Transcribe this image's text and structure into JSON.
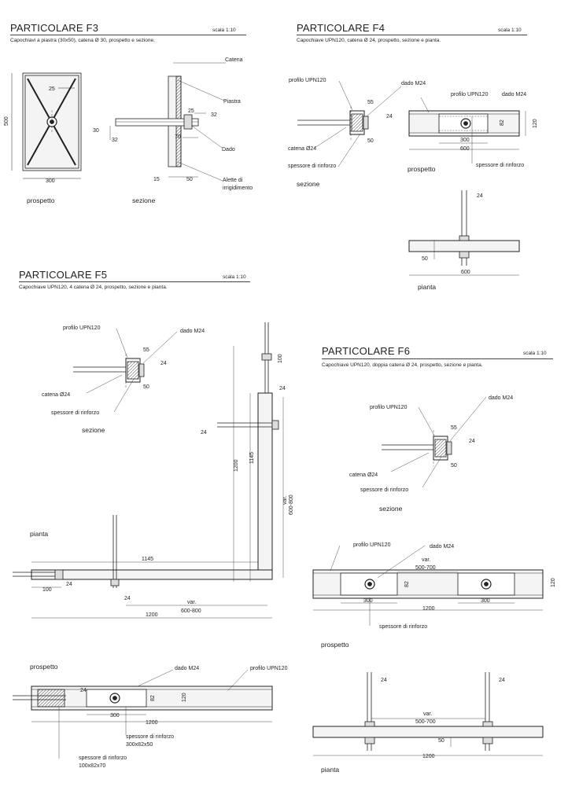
{
  "f3": {
    "title": "PARTICOLARE F3",
    "scale": "scala 1:10",
    "description": "Capochiavi a piastra (30x50), catena Ø 30, prospetto e sezione.",
    "labels": {
      "catena": "Catena",
      "piastra": "Piastra",
      "dado": "Dado",
      "alette": "Alette di",
      "alette2": "irrigidimento"
    },
    "dims": {
      "d500": "500",
      "d25a": "25",
      "d300": "300",
      "d30": "30",
      "d32a": "32",
      "d32b": "32",
      "d25b": "25",
      "d70": "70",
      "d15": "15",
      "d50": "50"
    },
    "captions": {
      "prospetto": "prospetto",
      "sezione": "sezione"
    }
  },
  "f4": {
    "title": "PARTICOLARE F4",
    "scale": "scala 1:10",
    "description": "Capochiave UPN120, catena Ø 24, prospetto, sezione e pianta.",
    "labels": {
      "profilo": "profilo UPN120",
      "dado": "dado M24",
      "catena": "catena Ø24",
      "spessore": "spessore di rinforzo",
      "profilo_r": "profilo UPN120",
      "dado_r": "dado M24",
      "spessore_r": "spessore di rinforzo"
    },
    "dims": {
      "d55": "55",
      "d24a": "24",
      "d50": "50",
      "d82": "82",
      "d120": "120",
      "d300": "300",
      "d600": "600",
      "d24b": "24",
      "d50b": "50",
      "d600b": "600"
    },
    "captions": {
      "sezione": "sezione",
      "prospetto": "prospetto",
      "pianta": "pianta"
    }
  },
  "f5": {
    "title": "PARTICOLARE F5",
    "scale": "scala 1:10",
    "description": "Capochiave UPN120, 4 catena Ø 24, prospetto, sezione e pianta.",
    "labels": {
      "profilo": "profilo UPN120",
      "dado": "dado M24",
      "catena": "catena Ø24",
      "spessore": "spessore di rinforzo",
      "dado_b": "dado M24",
      "profilo_b": "profilo UPN120",
      "spessore_b1": "spessore di rinforzo",
      "spessore_b2": "300x82x50",
      "spessore_c1": "spessore di rinforzo",
      "spessore_c2": "100x82x70"
    },
    "dims": {
      "d55": "55",
      "d24a": "24",
      "d50": "50",
      "d100v": "100",
      "d24v": "24",
      "d24h": "24",
      "d1200v": "1200",
      "d1145v": "1145",
      "var": "var.",
      "d600800v": "600-800",
      "d1145h": "1145",
      "d24p": "24",
      "d100h": "100",
      "d24q": "24",
      "varh": "var.",
      "d600800h": "600-800",
      "d1200h": "1200",
      "d24r": "24",
      "d82": "82",
      "d120": "120",
      "d300": "300",
      "d1200b": "1200"
    },
    "captions": {
      "sezione": "sezione",
      "pianta": "pianta",
      "prospetto": "prospetto"
    }
  },
  "f6": {
    "title": "PARTICOLARE F6",
    "scale": "scala 1:10",
    "description": "Capochiave UPN120, doppia catena Ø 24, prospetto, sezione e pianta.",
    "labels": {
      "profilo": "profilo UPN120",
      "dado": "dado M24",
      "catena": "catena Ø24",
      "spessore": "spessore di rinforzo",
      "profilo_b": "profilo UPN120",
      "dado_b": "dado M24",
      "spessore_b": "spessore di rinforzo"
    },
    "dims": {
      "d55": "55",
      "d24": "24",
      "d50": "50",
      "var": "var.",
      "d500700": "500-700",
      "d82": "82",
      "d120": "120",
      "d300a": "300",
      "d300b": "300",
      "d1200": "1200",
      "d24a": "24",
      "d24b": "24",
      "var2": "var.",
      "d5007002": "500-700",
      "d50b": "50",
      "d1200b": "1200"
    },
    "captions": {
      "sezione": "sezione",
      "prospetto": "prospetto",
      "pianta": "pianta"
    }
  }
}
